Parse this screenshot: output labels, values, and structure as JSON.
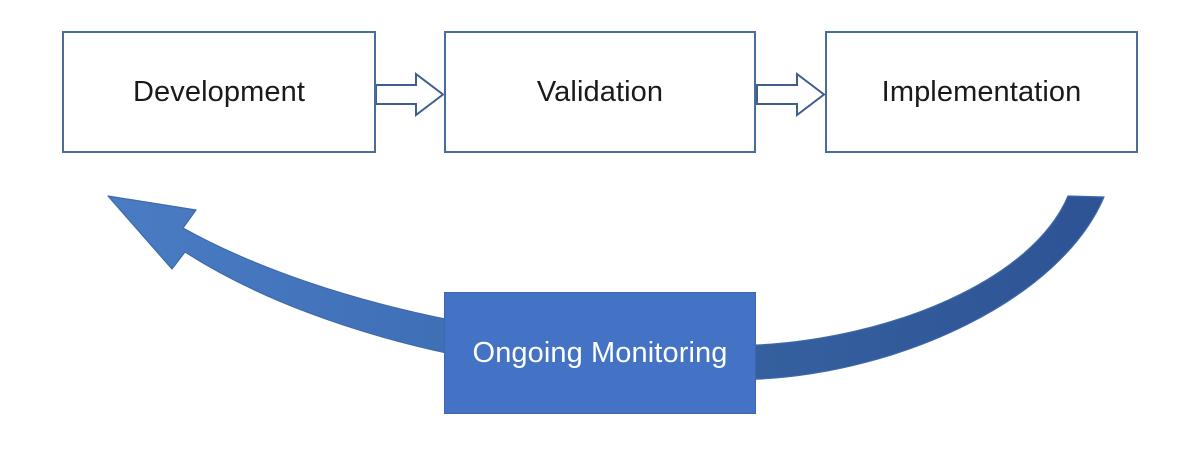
{
  "diagram": {
    "type": "process-flow-cycle",
    "background_color": "#ffffff",
    "title_text": "",
    "stages": [
      {
        "id": "development",
        "label": "Development",
        "fill": "#ffffff",
        "border": "#4a6d97",
        "text_color": "#1a1a1a"
      },
      {
        "id": "validation",
        "label": "Validation",
        "fill": "#ffffff",
        "border": "#4a6d97",
        "text_color": "#1a1a1a"
      },
      {
        "id": "implementation",
        "label": "Implementation",
        "fill": "#ffffff",
        "border": "#4a6d97",
        "text_color": "#1a1a1a"
      }
    ],
    "feedback_stage": {
      "id": "ongoing-monitoring",
      "label": "Ongoing Monitoring",
      "fill": "#4472c4",
      "border": "#3c66b0",
      "text_color": "#ffffff"
    },
    "connectors": [
      {
        "id": "development-to-validation",
        "style": "block-arrow",
        "direction": "right",
        "fill": "#ffffff",
        "stroke": "#3f5e8c"
      },
      {
        "id": "validation-to-implementation",
        "style": "block-arrow",
        "direction": "right",
        "fill": "#ffffff",
        "stroke": "#3f5e8c"
      },
      {
        "id": "implementation-to-development",
        "style": "curved-tapered-arrow",
        "direction": "left",
        "fill_start": "#2e5395",
        "fill_end": "#4a7cc4",
        "stroke": "#3f6aaa"
      }
    ],
    "colors": {
      "accent_blue": "#4472c4",
      "dark_blue": "#2e5395",
      "box_border_blue": "#4a6d97",
      "arrow_stroke_blue": "#3f5e8c",
      "text_dark": "#1a1a1a",
      "text_light": "#ffffff"
    }
  }
}
